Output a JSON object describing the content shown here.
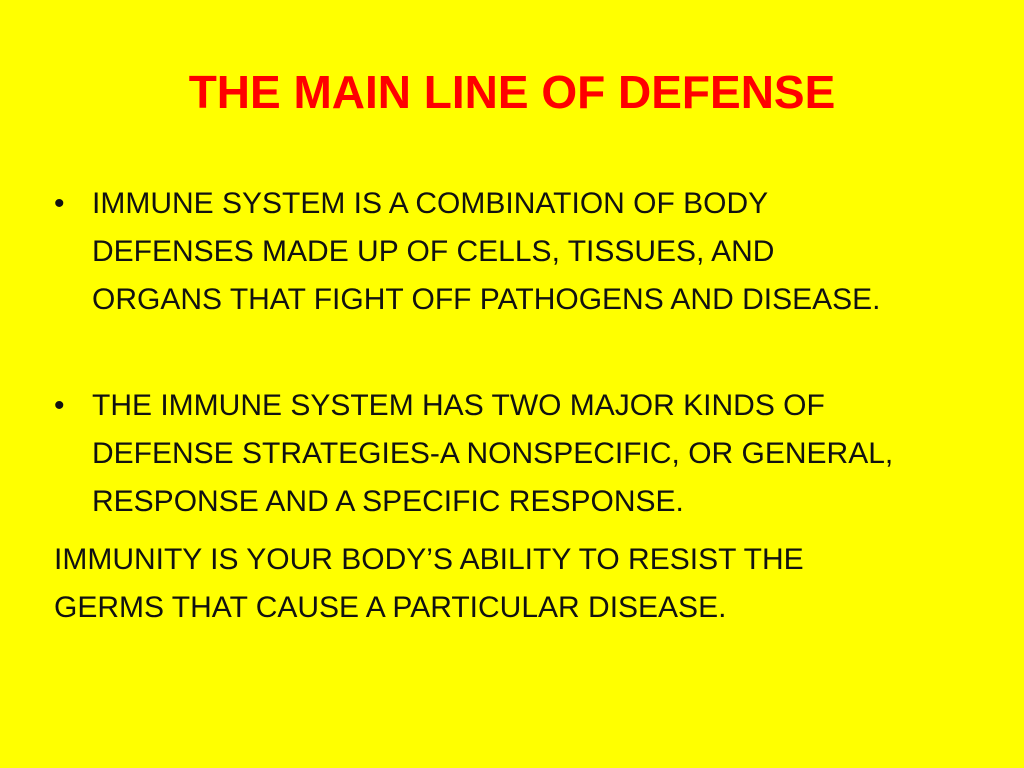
{
  "slide": {
    "title": "THE MAIN LINE OF DEFENSE",
    "bullets": [
      {
        "marker": "•",
        "lines": [
          "IMMUNE SYSTEM IS A COMBINATION OF BODY",
          "DEFENSES MADE UP OF CELLS, TISSUES, AND",
          "ORGANS THAT FIGHT OFF PATHOGENS AND DISEASE."
        ]
      },
      {
        "marker": "•",
        "lines": [
          "THE IMMUNE SYSTEM HAS TWO MAJOR KINDS OF",
          "DEFENSE STRATEGIES-A NONSPECIFIC, OR GENERAL,",
          "RESPONSE AND A SPECIFIC RESPONSE."
        ]
      }
    ],
    "paragraph_lines": [
      "IMMUNITY IS YOUR BODY’S ABILITY TO RESIST THE",
      "GERMS THAT CAUSE A PARTICULAR DISEASE."
    ]
  },
  "colors": {
    "background": "#FFFF00",
    "title": "#FF0000",
    "text": "#111111"
  }
}
